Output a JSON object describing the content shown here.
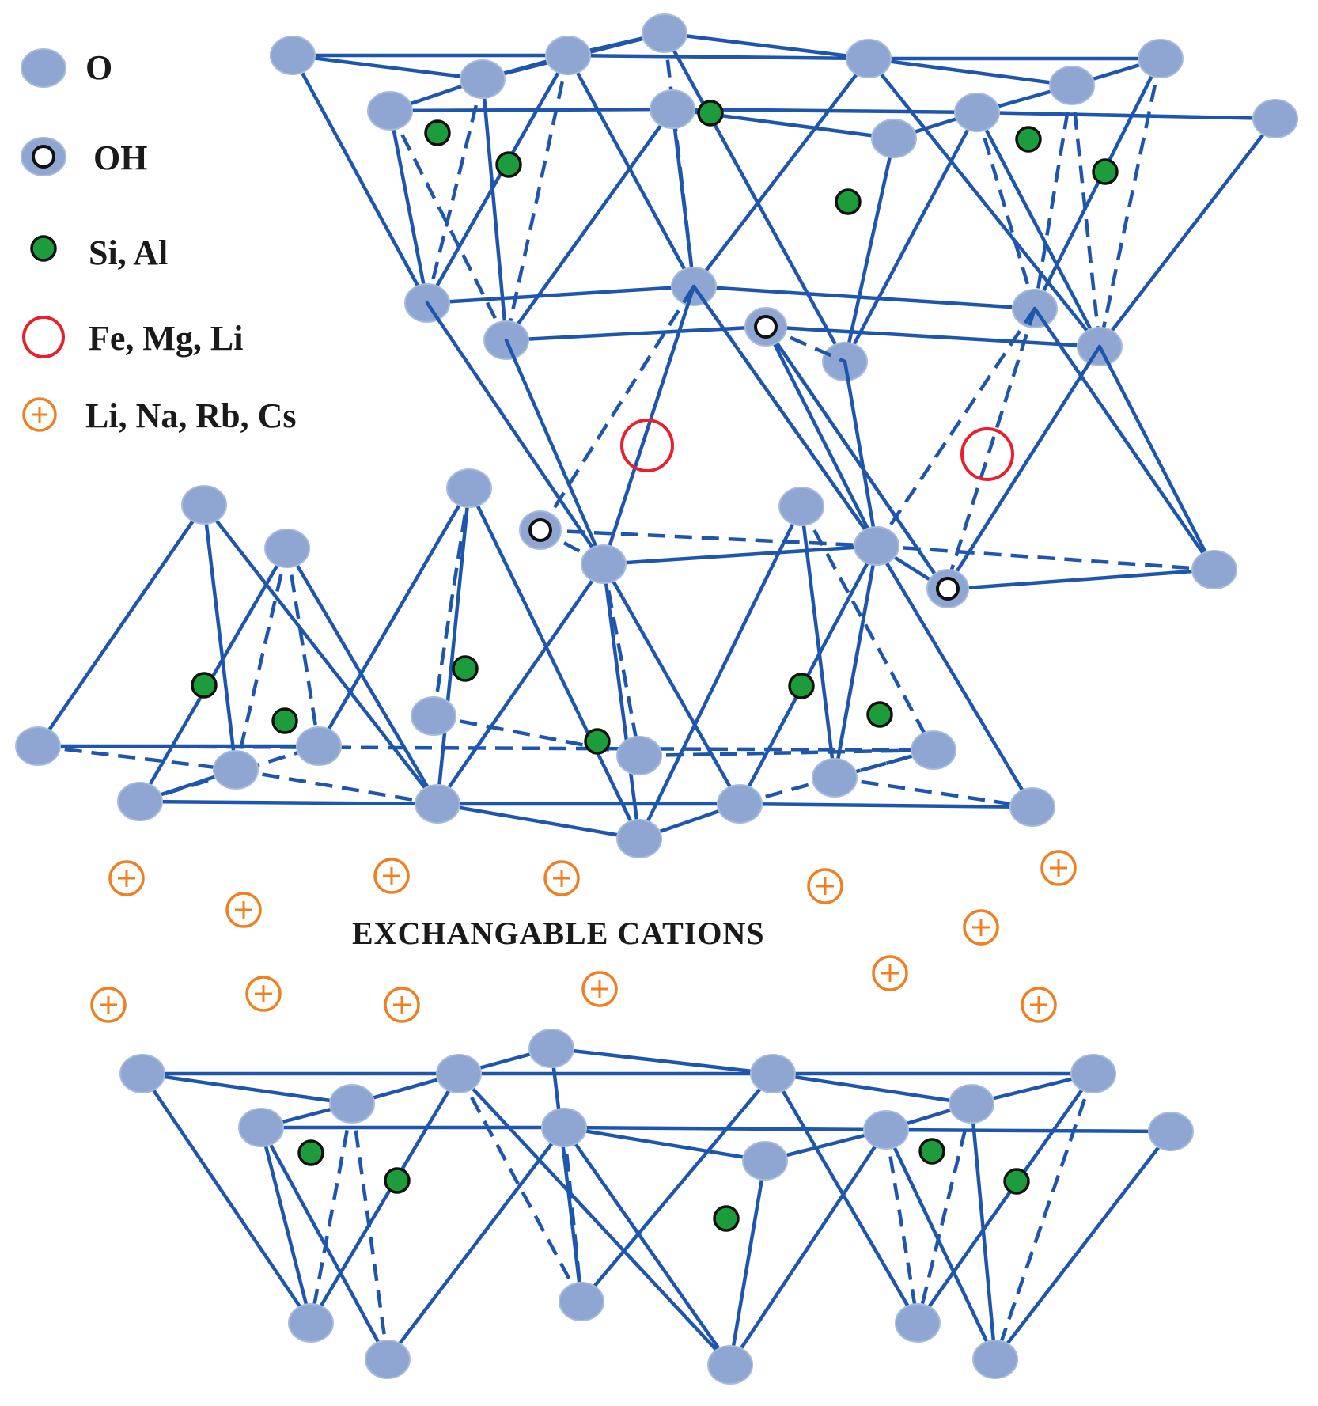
{
  "legend": {
    "oxygen_label": "O",
    "hydroxyl_label": "OH",
    "tetrahedral_label": "Si, Al",
    "octahedral_label": "Fe, Mg, Li",
    "interlayer_label": "Li, Na, Rb, Cs"
  },
  "center_label": "EXCHANGABLE CATIONS",
  "colors": {
    "bond": "#1f56ad",
    "oxygen": "#8ea6d1",
    "si_al": "#1c9c3a",
    "fe_mg_li": "#e8202e",
    "cation": "#f07f22"
  }
}
